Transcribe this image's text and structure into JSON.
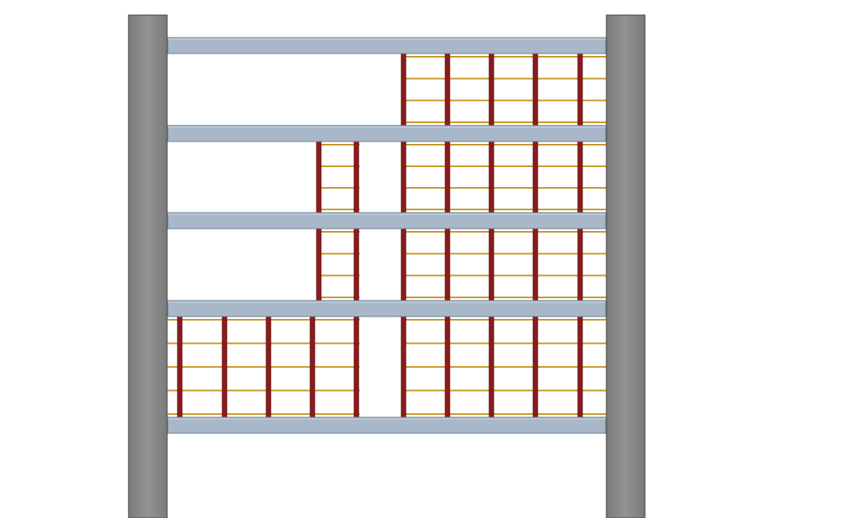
{
  "diagram": {
    "type": "structural-frame-elevation",
    "colors": {
      "column": "#8a8a8a",
      "column_edge": "#5f5f5f",
      "beam": "#a9b8c8",
      "beam_edge": "#6f7f90",
      "post": "#8b1c1c",
      "rail": "#c9962a"
    },
    "elements": {
      "columns": 2,
      "floor_beams": 5,
      "storeys": 4,
      "infill_panels": [
        {
          "storey": 1,
          "bay": "left",
          "posts": 5
        },
        {
          "storey": 1,
          "bay": "right",
          "posts": 5
        },
        {
          "storey": 2,
          "bay": "middle",
          "posts": 2
        },
        {
          "storey": 2,
          "bay": "right",
          "posts": 5
        },
        {
          "storey": 3,
          "bay": "middle",
          "posts": 2
        },
        {
          "storey": 3,
          "bay": "right",
          "posts": 5
        },
        {
          "storey": 4,
          "bay": "right",
          "posts": 5
        }
      ]
    }
  }
}
